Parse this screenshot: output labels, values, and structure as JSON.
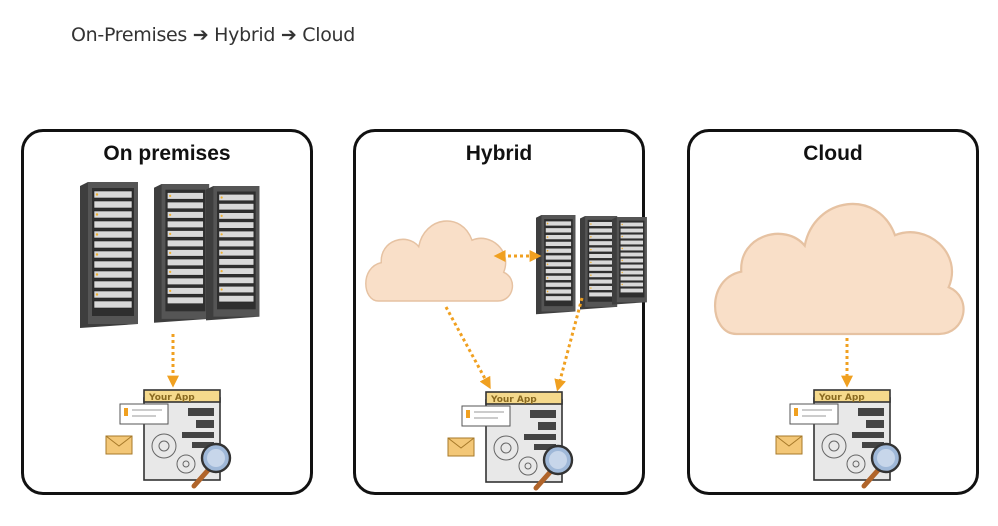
{
  "headline": {
    "parts": [
      "On-Premises",
      "Hybrid",
      "Cloud"
    ]
  },
  "panels": [
    {
      "title": "On premises",
      "app_label": "Your App"
    },
    {
      "title": "Hybrid",
      "app_label": "Your App"
    },
    {
      "title": "Cloud",
      "app_label": "Your App"
    }
  ],
  "colors": {
    "arrow": "#f0a020",
    "cloud_fill": "#f9dfc8",
    "cloud_stroke": "#e6c2a2",
    "app_titlebar": "#f5d98c",
    "server": "#4a4a4a"
  }
}
